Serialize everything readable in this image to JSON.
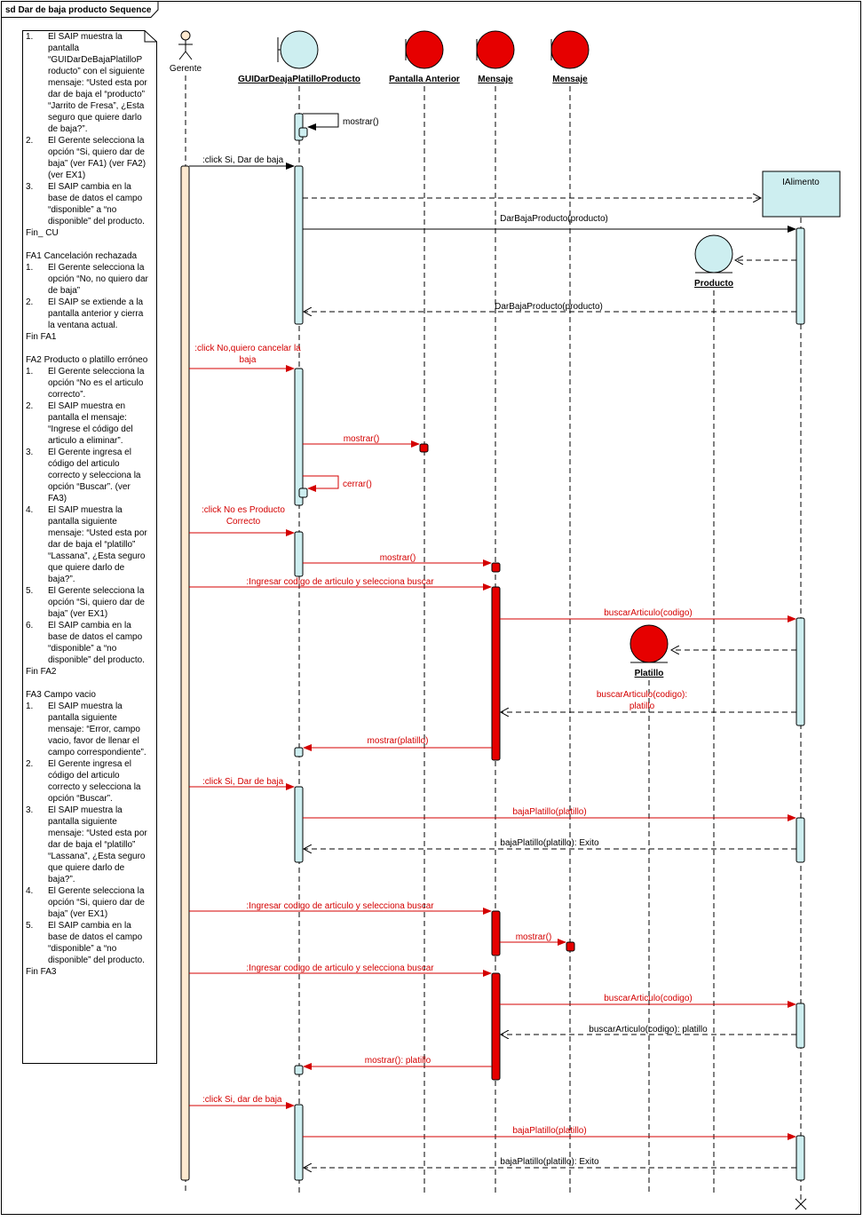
{
  "frame": {
    "title": "sd Dar de baja producto Sequence"
  },
  "lifelines": {
    "gerente": "Gerente",
    "gui": "GUIDarDeajaPlatilloProducto",
    "pantalla": "Pantalla Anterior",
    "mensaje1": "Mensaje",
    "mensaje2": "Mensaje",
    "ialimento": "IAlimento",
    "producto": "Producto",
    "platillo": "Platillo"
  },
  "colors": {
    "activation_blue": "#cdeef0",
    "activation_red": "#e60000",
    "boundary_fill": "#cdeef0",
    "message_red": "#d40000",
    "message_black": "#000000",
    "gerente_bar": "#fde9cf"
  },
  "note": {
    "sections": [
      {
        "items": [
          {
            "n": "1.",
            "text": "El SAIP muestra la pantalla “GUIDarDeBajaPlatilloP roducto” con el siguiente mensaje: “Usted esta por dar de baja el “producto” “Jarrito de Fresa”, ¿Esta seguro que quiere darlo de baja?”."
          },
          {
            "n": "2.",
            "text": "El Gerente selecciona la opción “Si, quiero dar de baja” (ver FA1) (ver FA2) (ver EX1)"
          },
          {
            "n": "3.",
            "text": "El SAIP cambia en la base de datos el campo “disponible” a “no disponible” del producto."
          }
        ],
        "footer": "Fin_ CU"
      },
      {
        "header": "FA1 Cancelación rechazada",
        "items": [
          {
            "n": "1.",
            "text": "El Gerente selecciona la opción “No, no quiero dar de baja”"
          },
          {
            "n": "2.",
            "text": "El SAIP se extiende a la pantalla anterior y cierra la ventana actual."
          }
        ],
        "footer": "Fin FA1"
      },
      {
        "header": "FA2 Producto o platillo erróneo",
        "items": [
          {
            "n": "1.",
            "text": "El Gerente selecciona la opción “No es el articulo correcto”."
          },
          {
            "n": "2.",
            "text": "El SAIP muestra en pantalla el mensaje: “Ingrese el código del articulo a eliminar”."
          },
          {
            "n": "3.",
            "text": "El Gerente ingresa el código del articulo correcto y selecciona la opción “Buscar”. (ver FA3)"
          },
          {
            "n": "4.",
            "text": "El SAIP muestra la pantalla siguiente mensaje: “Usted esta por dar de baja el “platillo” “Lassana”, ¿Esta seguro que quiere darlo de baja?”."
          },
          {
            "n": "5.",
            "text": "El Gerente selecciona la opción “Si, quiero dar de baja” (ver EX1)"
          },
          {
            "n": "6.",
            "text": "El SAIP cambia en la base de datos el campo “disponible” a “no disponible” del producto."
          }
        ],
        "footer": "Fin FA2"
      },
      {
        "header": "FA3 Campo vacio",
        "items": [
          {
            "n": "1.",
            "text": "El SAIP muestra la pantalla siguiente mensaje: “Error, campo vacio, favor de llenar el campo correspondiente”."
          },
          {
            "n": "2.",
            "text": "El Gerente ingresa el código del articulo correcto y selecciona la opción “Buscar”."
          },
          {
            "n": "3.",
            "text": "El SAIP muestra la pantalla siguiente mensaje: “Usted esta por dar de baja el “platillo” “Lassana”, ¿Esta seguro que quiere darlo de baja?”."
          },
          {
            "n": "4.",
            "text": "El Gerente selecciona la opción “Si, quiero dar de baja” (ver EX1)"
          },
          {
            "n": "5.",
            "text": "El SAIP cambia en la base de datos el campo “disponible” a “no disponible” del producto."
          }
        ],
        "footer": "Fin FA3"
      }
    ]
  },
  "messages": [
    {
      "id": "m1",
      "label": "mostrar()",
      "color": "black"
    },
    {
      "id": "m2",
      "label": ":click Si, Dar de baja",
      "color": "black"
    },
    {
      "id": "m3",
      "label": "",
      "color": "black"
    },
    {
      "id": "m4",
      "label": "DarBajaProducto(producto)",
      "color": "black"
    },
    {
      "id": "m5",
      "label": "",
      "color": "black"
    },
    {
      "id": "m6",
      "label": "DarBajaProducto(producto)",
      "color": "black"
    },
    {
      "id": "m7",
      "label": ":click No,quiero cancelar la baja",
      "color": "red"
    },
    {
      "id": "m8",
      "label": "mostrar()",
      "color": "red"
    },
    {
      "id": "m9",
      "label": "cerrar()",
      "color": "red"
    },
    {
      "id": "m10",
      "label": ":click No es Producto Correcto",
      "color": "red"
    },
    {
      "id": "m11",
      "label": "mostrar()",
      "color": "red"
    },
    {
      "id": "m12",
      "label": ":Ingresar codigo de articulo y selecciona buscar",
      "color": "red"
    },
    {
      "id": "m13",
      "label": "buscarArticulo(codigo)",
      "color": "red"
    },
    {
      "id": "m14",
      "label": "",
      "color": "red"
    },
    {
      "id": "m15",
      "label": "buscarArticulo(codigo): platillo",
      "color": "red"
    },
    {
      "id": "m16",
      "label": "mostrar(platillo)",
      "color": "red"
    },
    {
      "id": "m17",
      "label": ":click Si, Dar de baja",
      "color": "red"
    },
    {
      "id": "m18",
      "label": "bajaPlatillo(platillo)",
      "color": "red"
    },
    {
      "id": "m19",
      "label": "bajaPlatillo(platillo): Exito",
      "color": "black"
    },
    {
      "id": "m20",
      "label": ":Ingresar codigo de articulo y selecciona buscar",
      "color": "red"
    },
    {
      "id": "m21",
      "label": "mostrar()",
      "color": "red"
    },
    {
      "id": "m22",
      "label": ":Ingresar codigo de articulo y selecciona buscar",
      "color": "red"
    },
    {
      "id": "m23",
      "label": "buscarArticulo(codigo)",
      "color": "red"
    },
    {
      "id": "m24",
      "label": "buscarArticulo(codigo): platillo",
      "color": "black"
    },
    {
      "id": "m25",
      "label": "mostrar(): platillo",
      "color": "red"
    },
    {
      "id": "m26",
      "label": ":click Si, dar de baja",
      "color": "red"
    },
    {
      "id": "m27",
      "label": "bajaPlatillo(platillo)",
      "color": "red"
    },
    {
      "id": "m28",
      "label": "bajaPlatillo(platillo): Exito",
      "color": "black"
    }
  ]
}
